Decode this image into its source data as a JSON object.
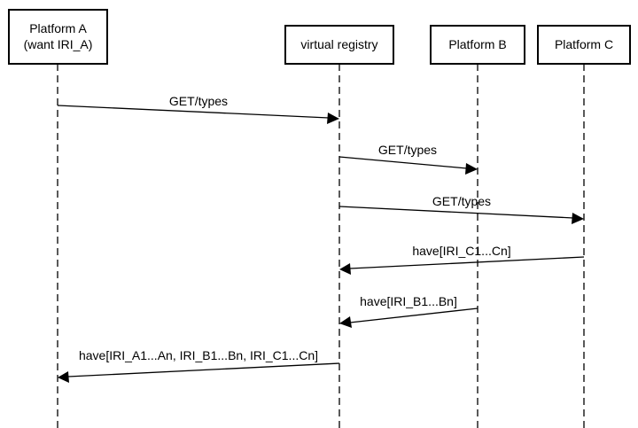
{
  "participants": [
    {
      "id": "A",
      "lines": [
        "Platform A",
        "(want IRI_A)"
      ]
    },
    {
      "id": "R",
      "lines": [
        "virtual registry"
      ]
    },
    {
      "id": "B",
      "lines": [
        "Platform B"
      ]
    },
    {
      "id": "C",
      "lines": [
        "Platform C"
      ]
    }
  ],
  "messages": [
    {
      "from": "A",
      "to": "R",
      "label": "GET/types"
    },
    {
      "from": "R",
      "to": "B",
      "label": "GET/types"
    },
    {
      "from": "R",
      "to": "C",
      "label": "GET/types"
    },
    {
      "from": "C",
      "to": "R",
      "label": "have[IRI_C1...Cn]"
    },
    {
      "from": "B",
      "to": "R",
      "label": "have[IRI_B1...Bn]"
    },
    {
      "from": "R",
      "to": "A",
      "label": "have[IRI_A1...An, IRI_B1...Bn, IRI_C1...Cn]"
    }
  ]
}
